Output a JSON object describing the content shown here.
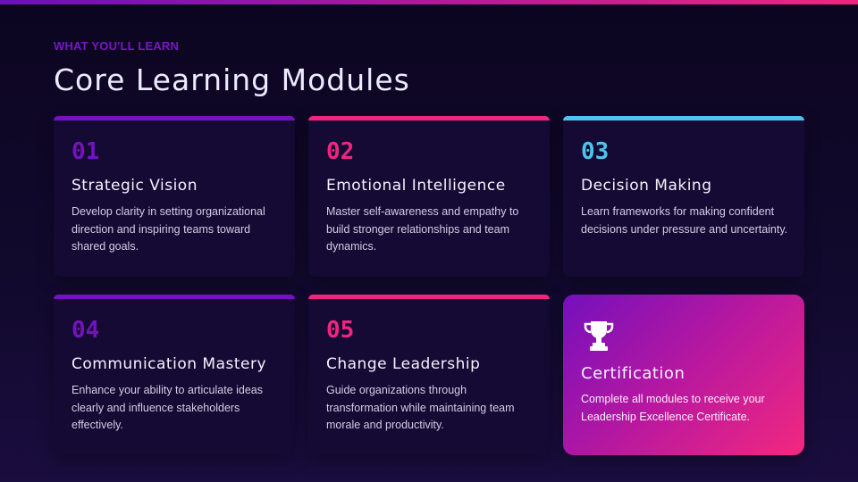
{
  "header": {
    "eyebrow": "WHAT YOU'LL LEARN",
    "title": "Core Learning Modules"
  },
  "colors": {
    "purple": "#7412bd",
    "pink": "#f0267e",
    "cyan": "#4cc4ec"
  },
  "modules": [
    {
      "number": "01",
      "title": "Strategic Vision",
      "description": "Develop clarity in setting organizational direction and inspiring teams toward shared goals.",
      "accent": "#7412bd"
    },
    {
      "number": "02",
      "title": "Emotional Intelligence",
      "description": "Master self-awareness and empathy to build stronger relationships and team dynamics.",
      "accent": "#f0267e"
    },
    {
      "number": "03",
      "title": "Decision Making",
      "description": "Learn frameworks for making confident decisions under pressure and uncertainty.",
      "accent": "#4cc4ec"
    },
    {
      "number": "04",
      "title": "Communication Mastery",
      "description": "Enhance your ability to articulate ideas clearly and influence stakeholders effectively.",
      "accent": "#7412bd"
    },
    {
      "number": "05",
      "title": "Change Leadership",
      "description": "Guide organizations through transformation while maintaining team morale and productivity.",
      "accent": "#f0267e"
    }
  ],
  "certification": {
    "icon": "trophy-icon",
    "title": "Certification",
    "description": "Complete all modules to receive your Leadership Excellence Certificate."
  }
}
